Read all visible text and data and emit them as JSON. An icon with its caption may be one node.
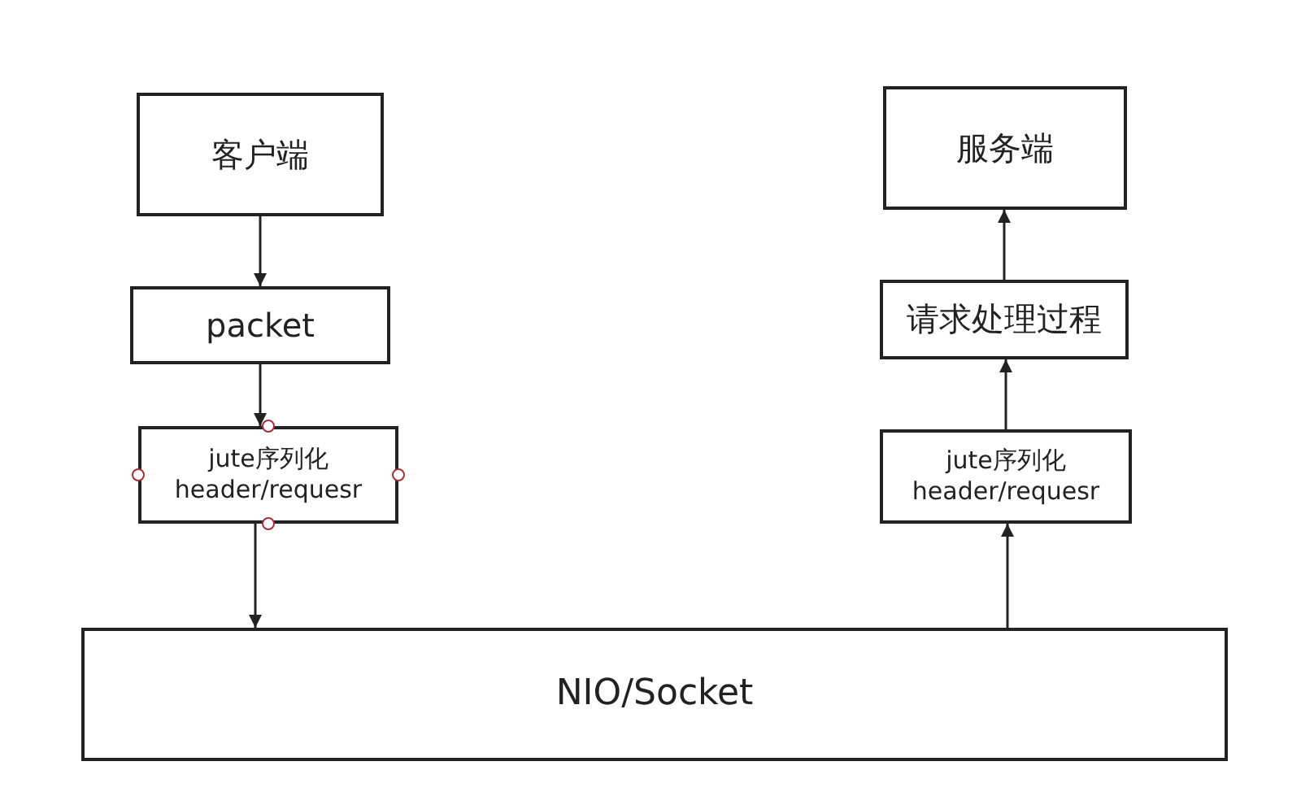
{
  "diagram": {
    "nodes": [
      {
        "text": [
          "客户端"
        ]
      },
      {
        "text": [
          "packet"
        ]
      },
      {
        "text": [
          "jute序列化 header/requesr"
        ]
      },
      {
        "text": [
          "服务端"
        ]
      },
      {
        "text": [
          "请求处理过程"
        ]
      },
      {
        "text": [
          "jute序列化 header/requesr"
        ]
      },
      {
        "text": [
          "NIO/Socket"
        ]
      }
    ],
    "edges": [
      {
        "from": 0,
        "to": 1,
        "arrow": "to"
      },
      {
        "from": 1,
        "to": 2,
        "arrow": "to"
      },
      {
        "from": 2,
        "to": 6,
        "arrow": "to"
      },
      {
        "from": 6,
        "to": 5,
        "arrow": "to"
      },
      {
        "from": 5,
        "to": 4,
        "arrow": "to"
      },
      {
        "from": 4,
        "to": 3,
        "arrow": "to"
      }
    ]
  }
}
